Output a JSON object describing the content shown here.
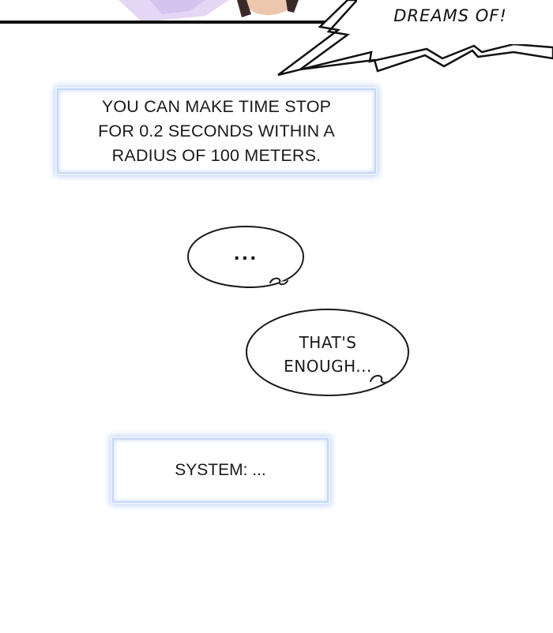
{
  "top_panel": {
    "shout_text": "DREAMS OF!",
    "colors": {
      "panel_border": "#111111",
      "art_lavender": "#d9c8ef",
      "art_skin": "#e8c2a8",
      "art_hair": "#3b2a2a"
    }
  },
  "system_box_1": {
    "lines": [
      "YOU CAN MAKE TIME STOP",
      "FOR 0.2 SECONDS WITHIN A",
      "RADIUS OF 100 METERS."
    ]
  },
  "bubble_1": {
    "text": "..."
  },
  "bubble_2": {
    "lines": [
      "THAT'S",
      "ENOUGH..."
    ]
  },
  "system_box_2": {
    "text": "SYSTEM: ..."
  },
  "colors": {
    "system_glow": "#b9cff4",
    "bubble_outline": "#1a1a1a",
    "background": "#ffffff"
  }
}
